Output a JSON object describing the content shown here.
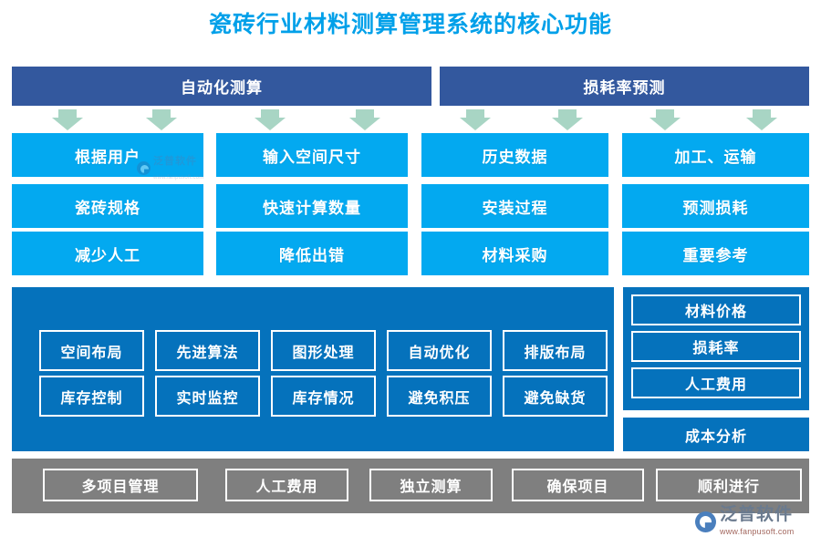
{
  "title": "瓷砖行业材料测算管理系统的核心功能",
  "colors": {
    "title": "#00A0E9",
    "header_bar": "#33589E",
    "cyan_box": "#03A9F0",
    "panel_blue": "#0572BC",
    "footer_gray": "#7F7F7F",
    "arrow": "#A8D5C4",
    "box_border": "#FFFFFF"
  },
  "headers": [
    {
      "label": "自动化测算"
    },
    {
      "label": "损耗率预测"
    }
  ],
  "columns": [
    {
      "items": [
        "根据用户",
        "瓷砖规格",
        "减少人工"
      ]
    },
    {
      "items": [
        "输入空间尺寸",
        "快速计算数量",
        "降低出错"
      ]
    },
    {
      "items": [
        "历史数据",
        "安装过程",
        "材料采购"
      ]
    },
    {
      "items": [
        "加工、运输",
        "预测损耗",
        "重要参考"
      ]
    }
  ],
  "mid_panel": {
    "rows": [
      [
        "空间布局",
        "先进算法",
        "图形处理",
        "自动优化",
        "排版布局"
      ],
      [
        "库存控制",
        "实时监控",
        "库存情况",
        "避免积压",
        "避免缺货"
      ]
    ]
  },
  "right_panel": {
    "items": [
      "材料价格",
      "损耗率",
      "人工费用"
    ],
    "cost_label": "成本分析"
  },
  "footer": {
    "items": [
      "多项目管理",
      "人工费用",
      "独立测算",
      "确保项目",
      "顺利进行"
    ]
  },
  "watermark": {
    "name": "泛普软件",
    "url": "www.fanpusoft.com"
  }
}
